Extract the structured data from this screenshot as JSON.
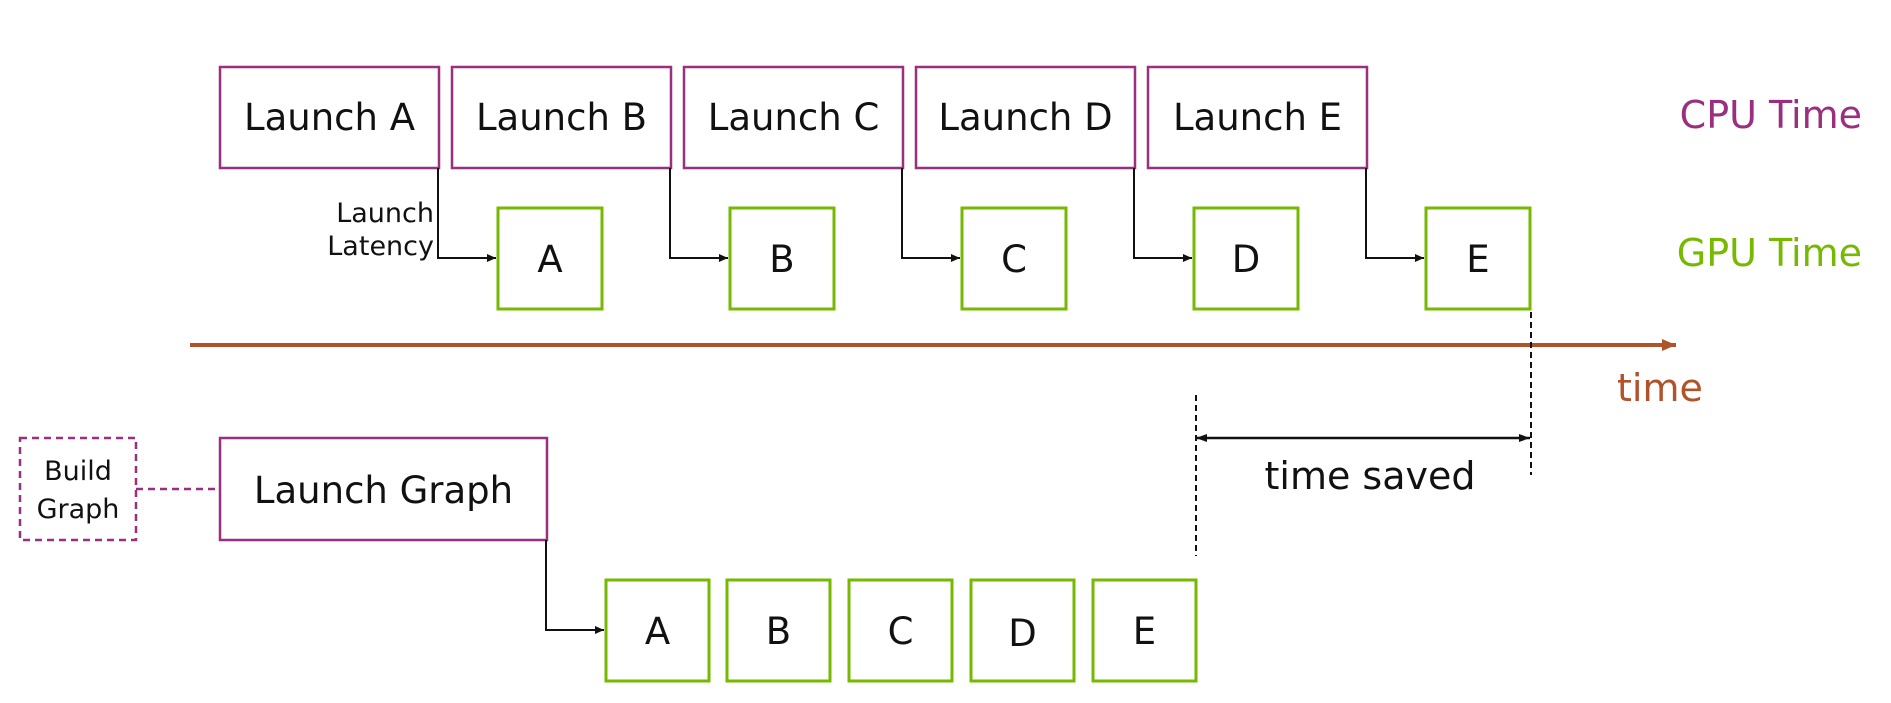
{
  "top": {
    "cpu_launches": [
      "Launch A",
      "Launch B",
      "Launch C",
      "Launch D",
      "Launch E"
    ],
    "gpu_kernels": [
      "A",
      "B",
      "C",
      "D",
      "E"
    ],
    "latency_label_line1": "Launch",
    "latency_label_line2": "Latency"
  },
  "legend": {
    "cpu": "CPU Time",
    "gpu": "GPU Time",
    "time": "time"
  },
  "bottom": {
    "build_line1": "Build",
    "build_line2": "Graph",
    "launch_graph": "Launch Graph",
    "gpu_kernels": [
      "A",
      "B",
      "C",
      "D",
      "E"
    ],
    "time_saved": "time saved"
  },
  "colors": {
    "cpu": "#9b2f7f",
    "gpu": "#76b900",
    "timeline": "#b0532b"
  }
}
